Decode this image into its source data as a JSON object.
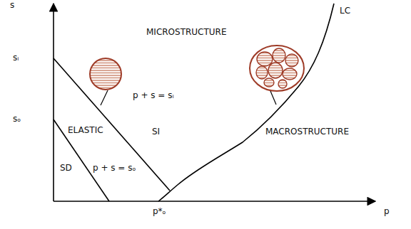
{
  "diagram": {
    "labels": [
      "s",
      "sᵢ",
      "sₒ",
      "MICROSTRUCTURE",
      "LC",
      "MACROSTRUCTURE",
      "p + s = sᵢ",
      "ELASTIC",
      "SI",
      "SD",
      "p + s = sₒ",
      "p*ₒ",
      "p"
    ]
  }
}
